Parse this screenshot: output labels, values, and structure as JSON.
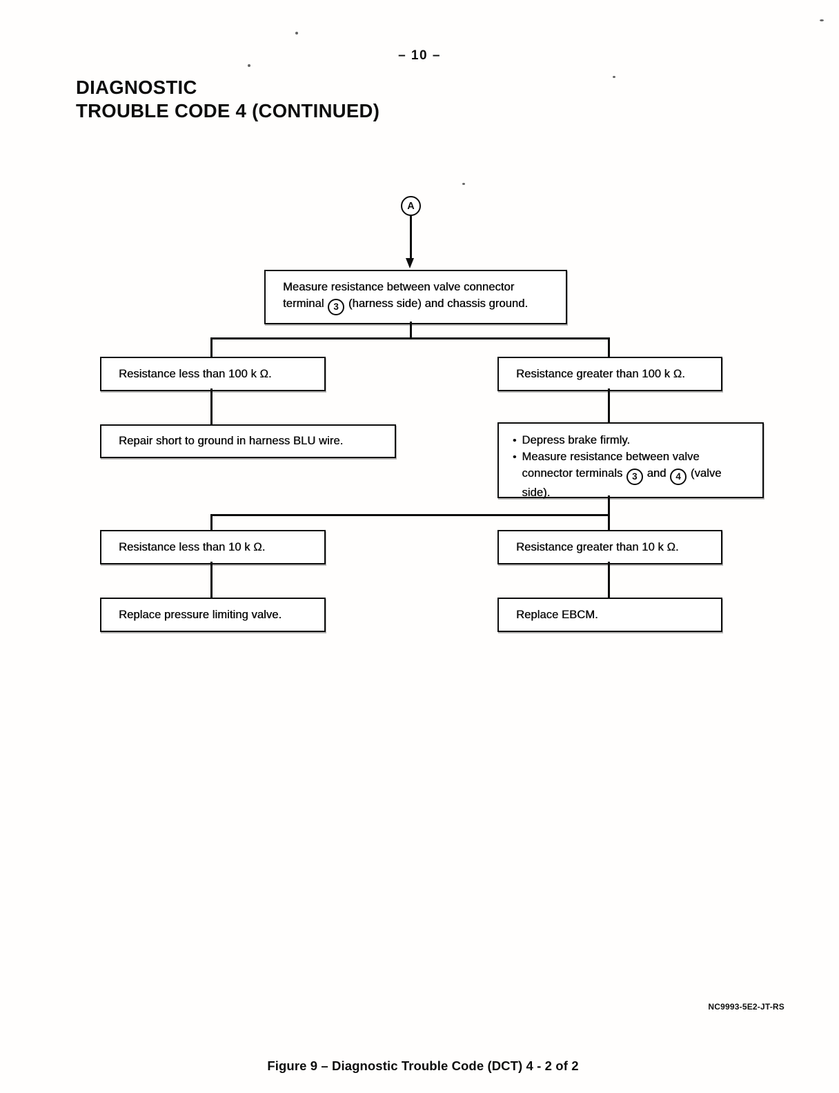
{
  "page": {
    "number": "– 10 –",
    "title": {
      "line1": "DIAGNOSTIC",
      "line2": "TROUBLE CODE 4 (CONTINUED)"
    },
    "footer": {
      "doc_code": "NC9993-5E2-JT-RS",
      "caption": "Figure 9 – Diagnostic Trouble Code (DCT) 4 - 2 of 2"
    }
  },
  "flowchart": {
    "connector": {
      "label": "A"
    },
    "measure_ground": {
      "before": "Measure resistance between valve connector terminal",
      "terminal": "3",
      "after": "(harness side) and chassis ground."
    },
    "less_100": {
      "text": "Resistance less than 100 k Ω."
    },
    "greater_100": {
      "text": "Resistance greater than 100 k Ω."
    },
    "repair_short": {
      "text": "Repair short to ground in harness BLU wire."
    },
    "brake_measure": {
      "bullet_glyph": "•",
      "bullet1": "Depress brake firmly.",
      "bullet2_before": "Measure resistance between valve connector terminals",
      "terminal_a": "3",
      "conjunction": "and",
      "terminal_b": "4",
      "bullet2_after": "(valve side)."
    },
    "less_10": {
      "text": "Resistance less than 10 k Ω."
    },
    "greater_10": {
      "text": "Resistance greater than 10 k Ω."
    },
    "replace_valve": {
      "text": "Replace pressure limiting valve."
    },
    "replace_ebcm": {
      "text": "Replace EBCM."
    }
  }
}
